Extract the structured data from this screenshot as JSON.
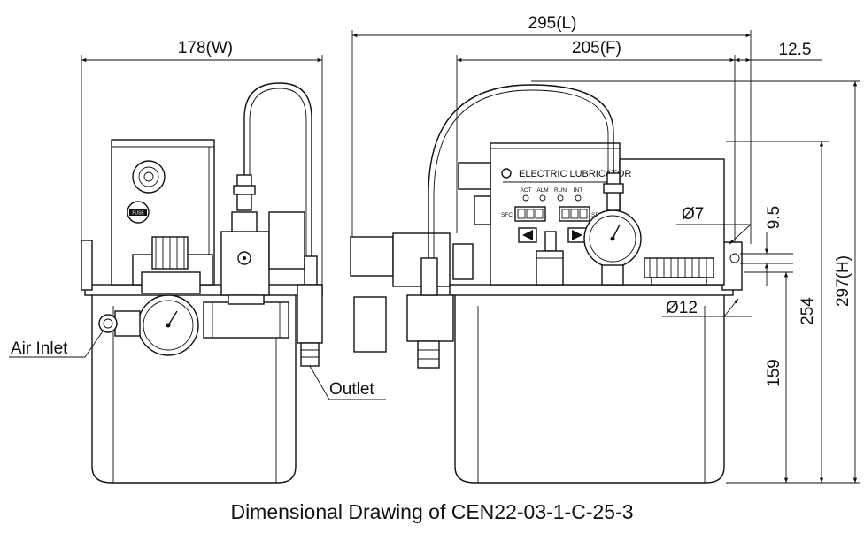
{
  "dimensions": {
    "width": "178(W)",
    "length": "295(L)",
    "front": "205(F)",
    "offset": "12.5",
    "height": "297(H)",
    "h254": "254",
    "h159": "159",
    "d7": "Ø7",
    "d12": "Ø12",
    "d95": "9.5"
  },
  "labels": {
    "air_inlet": "Air Inlet",
    "outlet": "Outlet",
    "panel_title": "ELECTRIC LUBRICATOR",
    "ind_act": "ACT",
    "ind_alm": "ALM",
    "ind_run": "RUN",
    "ind_int": "INT",
    "sfc_left": "SFC",
    "sfc_right": "SFC",
    "fuse": "FUSE"
  },
  "caption": "Dimensional Drawing of CEN22-03-1-C-25-3"
}
